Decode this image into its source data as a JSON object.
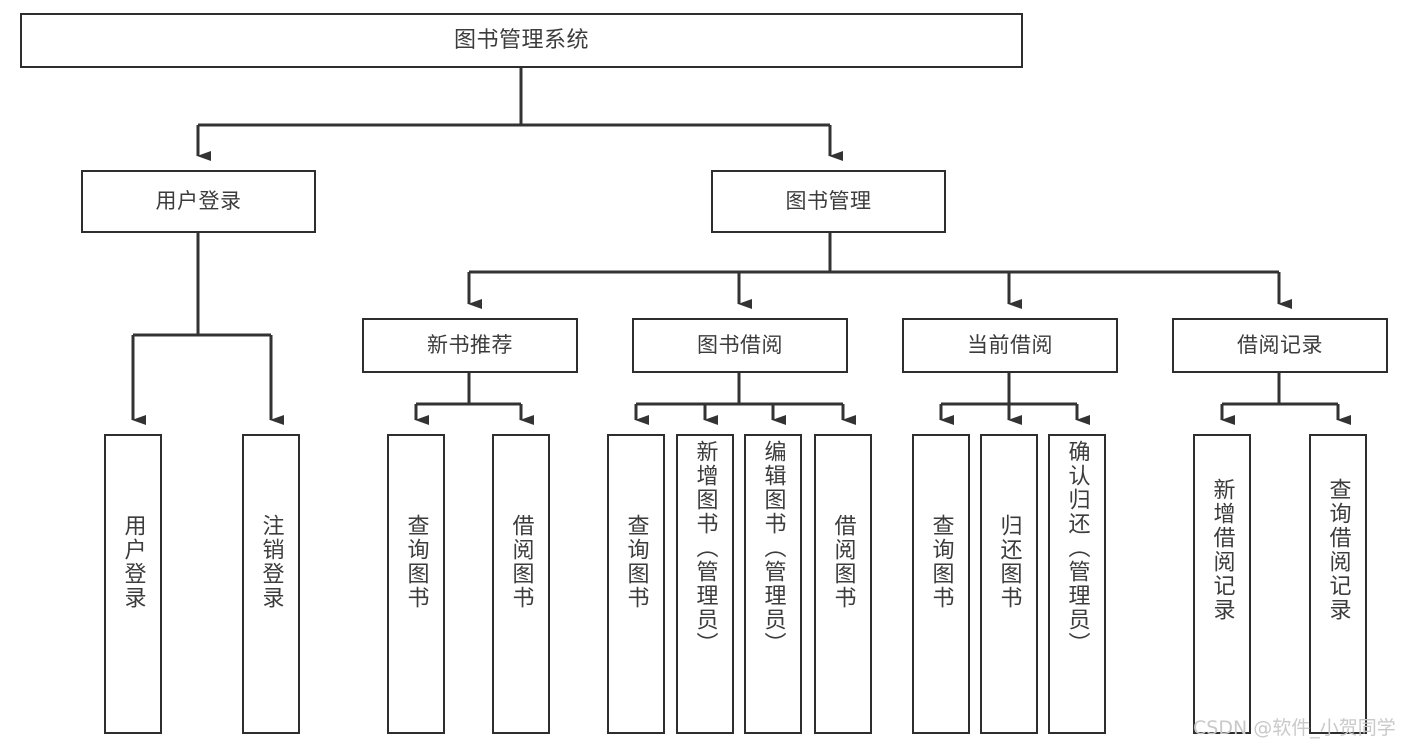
{
  "diagram": {
    "title": "图书管理系统",
    "type": "tree-hierarchy-diagram",
    "watermark": "CSDN @软件_小贺同学",
    "colors": {
      "border": "#2e2e2e",
      "text": "#3c3c3c",
      "edge": "#333333",
      "background": "#ffffff",
      "watermark": "#c9c9c9"
    },
    "nodes": {
      "root": {
        "label": "图书管理系统"
      },
      "level2": [
        {
          "label": "用户登录"
        },
        {
          "label": "图书管理"
        }
      ],
      "level3": [
        {
          "label": "新书推荐"
        },
        {
          "label": "图书借阅"
        },
        {
          "label": "当前借阅"
        },
        {
          "label": "借阅记录"
        }
      ],
      "leaves": {
        "user_login": [
          {
            "label": "用户登录"
          },
          {
            "label": "注销登录"
          }
        ],
        "new_book_recommend": [
          {
            "label": "查询图书"
          },
          {
            "label": "借阅图书"
          }
        ],
        "book_borrow": [
          {
            "label": "查询图书"
          },
          {
            "label": "新增图书（管理员）"
          },
          {
            "label": "编辑图书（管理员）"
          },
          {
            "label": "借阅图书"
          }
        ],
        "current_borrow": [
          {
            "label": "查询图书"
          },
          {
            "label": "归还图书"
          },
          {
            "label": "确认归还（管理员）"
          }
        ],
        "borrow_record": [
          {
            "label": "新增借阅记录"
          },
          {
            "label": "查询借阅记录"
          }
        ]
      }
    }
  }
}
